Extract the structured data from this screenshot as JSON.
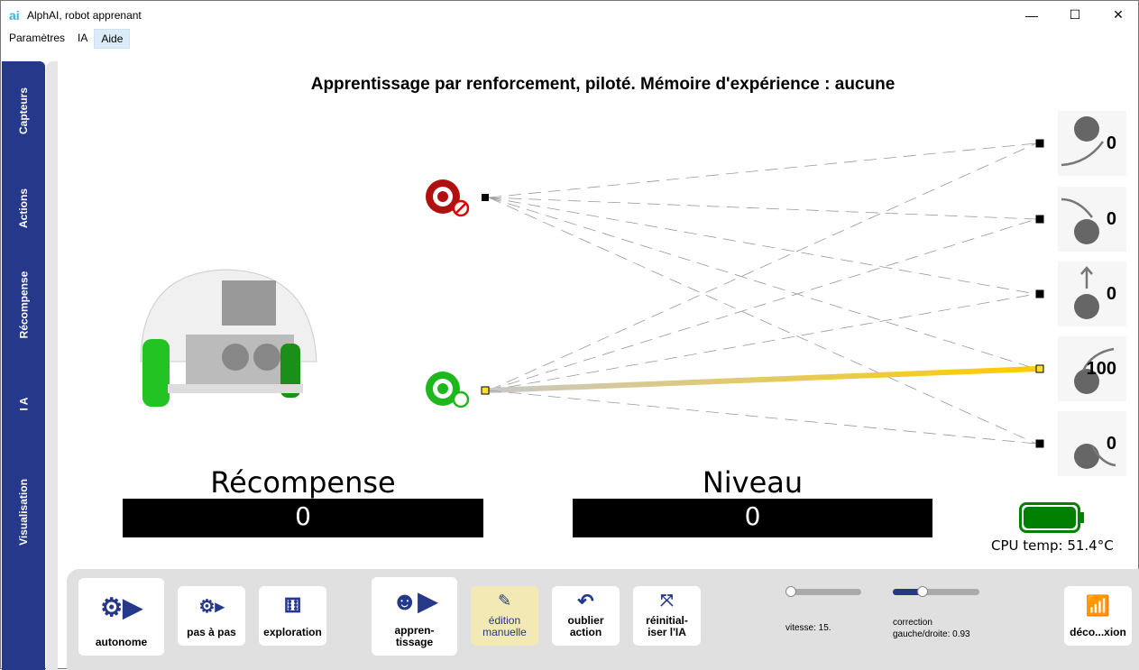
{
  "window": {
    "title": "AlphAI, robot apprenant",
    "minimize": "—",
    "maximize": "☐",
    "close": "✕"
  },
  "menu": [
    "Paramètres",
    "IA",
    "Aide"
  ],
  "sidebar": [
    "Capteurs",
    "Actions",
    "Récompense",
    "I A",
    "Visualisation"
  ],
  "heading": "Apprentissage par renforcement, piloté. Mémoire d'expérience : aucune",
  "outputs": [
    {
      "icon": "turn-left-back-icon",
      "value": "0"
    },
    {
      "icon": "turn-left-forward-icon",
      "value": "0"
    },
    {
      "icon": "forward-icon",
      "value": "0"
    },
    {
      "icon": "turn-right-forward-icon",
      "value": "100"
    },
    {
      "icon": "turn-right-back-icon",
      "value": "0"
    }
  ],
  "reward": {
    "label": "Récompense",
    "value": "0"
  },
  "level": {
    "label": "Niveau",
    "value": "0"
  },
  "cpu": "CPU temp: 51.4°C",
  "battery_color": "#008000",
  "buttons": {
    "autonome": "autonome",
    "step": "pas à pas",
    "exploration": "exploration",
    "learning": "appren-\ntissage",
    "edit": "édition\nmanuelle",
    "forget": "oublier\naction",
    "reset": "réinitial-\niser l'IA",
    "disconnect": "déco...xion"
  },
  "sliders": {
    "speed_label": "vitesse: 15.",
    "speed_fraction": 0,
    "correction_label": "correction\ngauche/droite: 0.93",
    "correction_fraction": 0.2
  },
  "accent": "#25388a"
}
